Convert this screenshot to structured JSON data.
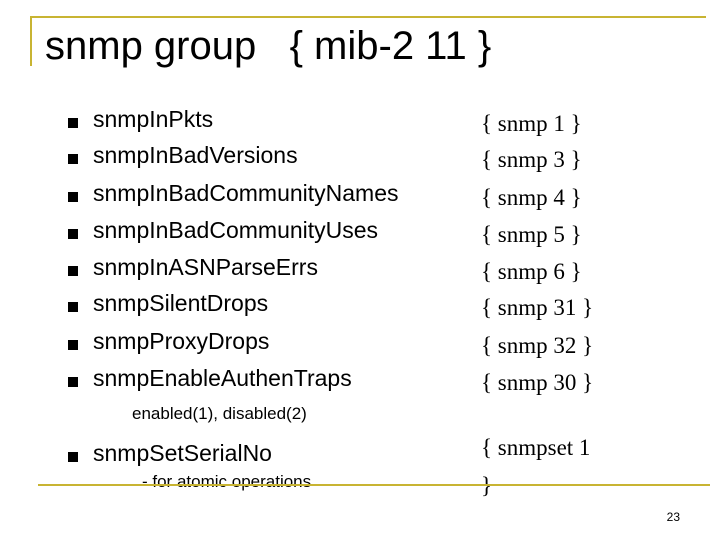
{
  "title": "snmp group   { mib-2 11 }",
  "items": [
    {
      "name": "snmpInPkts",
      "oid": "{ snmp 1 }"
    },
    {
      "name": "snmpInBadVersions",
      "oid": "{ snmp 3 }"
    },
    {
      "name": "snmpInBadCommunityNames",
      "oid": "{ snmp 4 }"
    },
    {
      "name": "snmpInBadCommunityUses",
      "oid": "{ snmp 5 }"
    },
    {
      "name": "snmpInASNParseErrs",
      "oid": "{ snmp 6 }"
    },
    {
      "name": "snmpSilentDrops",
      "oid": "{ snmp 31 }"
    },
    {
      "name": "snmpProxyDrops",
      "oid": "{ snmp 32 }"
    },
    {
      "name": "snmpEnableAuthenTraps",
      "oid": "{ snmp 30 }"
    }
  ],
  "enable_note": "enabled(1), disabled(2)",
  "last_item": {
    "name": "snmpSetSerialNo",
    "oid_line1": "{ snmpset 1",
    "oid_line2": "}",
    "note": "- for atomic operations"
  },
  "page_number": "23",
  "colors": {
    "frame": "#c8b432",
    "text": "#000000",
    "background": "#ffffff"
  }
}
